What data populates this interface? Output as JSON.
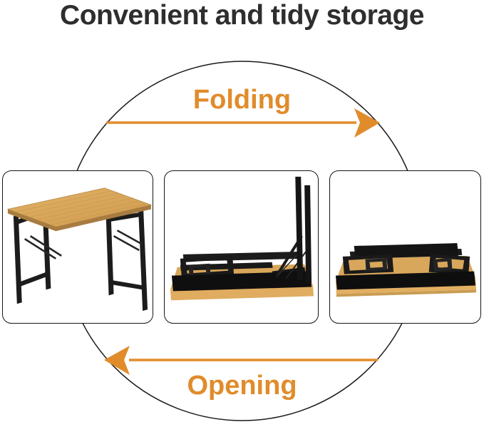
{
  "title": "Convenient and tidy storage",
  "cycle": {
    "top_label": "Folding",
    "bottom_label": "Opening"
  },
  "panels": [
    {
      "name": "table-open-image",
      "description": "Folding table assembled with wooden top and black legs"
    },
    {
      "name": "table-half-folded-image",
      "description": "Table upside down with one leg frame folded and one upright"
    },
    {
      "name": "table-folded-image",
      "description": "Table fully folded flat"
    }
  ],
  "colors": {
    "accent": "#E08C2B",
    "title_text": "#2E2E2E",
    "circle_stroke": "#1A1A1A",
    "card_border": "#161616",
    "wood": "#D9A75B",
    "wood_edge": "#E0AC5F",
    "metal": "#1C1C1C",
    "background": "#FFFFFF"
  }
}
